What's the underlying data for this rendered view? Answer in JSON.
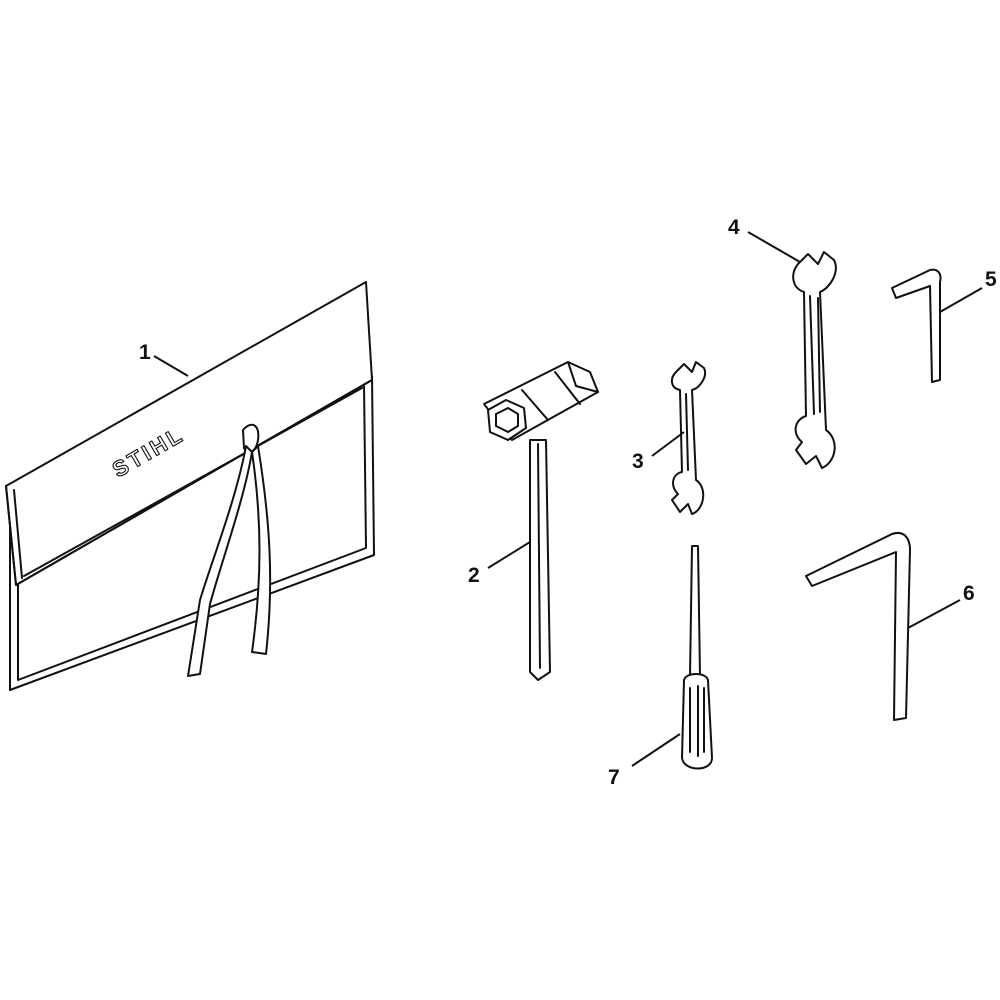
{
  "diagram": {
    "logo_text": "STIHL",
    "parts": [
      {
        "callout": "1",
        "name": "Tool kit pouch"
      },
      {
        "callout": "2",
        "name": "Combination wrench"
      },
      {
        "callout": "3",
        "name": "Open-end wrench (small)"
      },
      {
        "callout": "4",
        "name": "Open-end wrench (large)"
      },
      {
        "callout": "5",
        "name": "Hex key (small)"
      },
      {
        "callout": "6",
        "name": "Hex key (large)"
      },
      {
        "callout": "7",
        "name": "Screwdriver"
      }
    ]
  }
}
